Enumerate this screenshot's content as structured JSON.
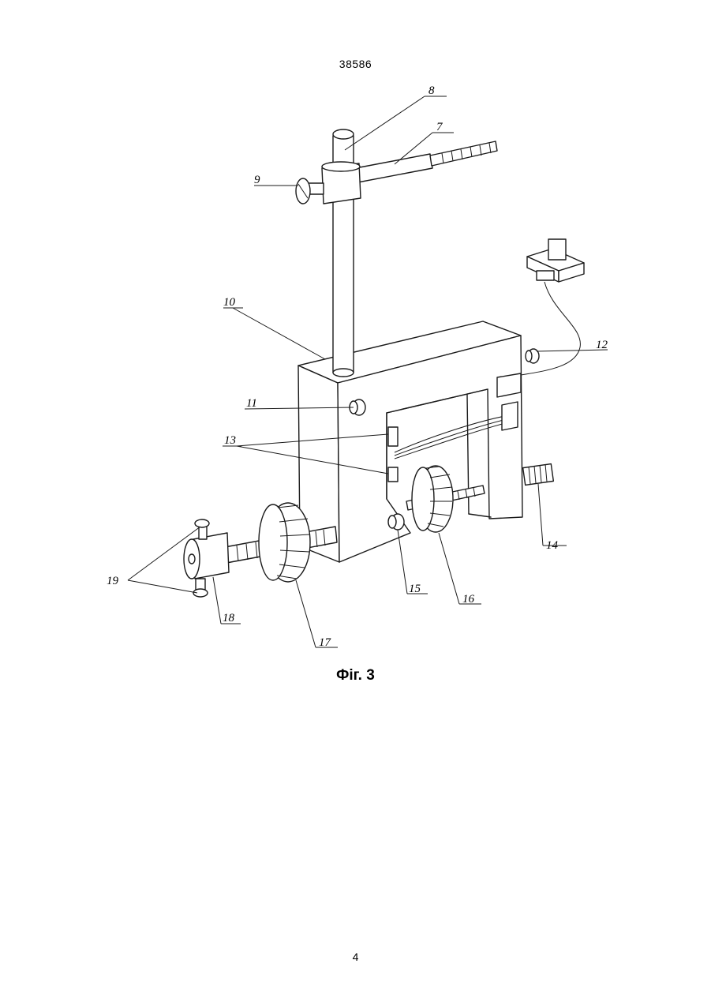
{
  "document": {
    "header_number": "38586",
    "caption": "Фіг. 3",
    "page_number": "4"
  },
  "labels": {
    "l7": "7",
    "l8": "8",
    "l9": "9",
    "l10": "10",
    "l11": "11",
    "l12": "12",
    "l13": "13",
    "l14": "14",
    "l15": "15",
    "l16": "16",
    "l17": "17",
    "l18": "18",
    "l19": "19"
  }
}
